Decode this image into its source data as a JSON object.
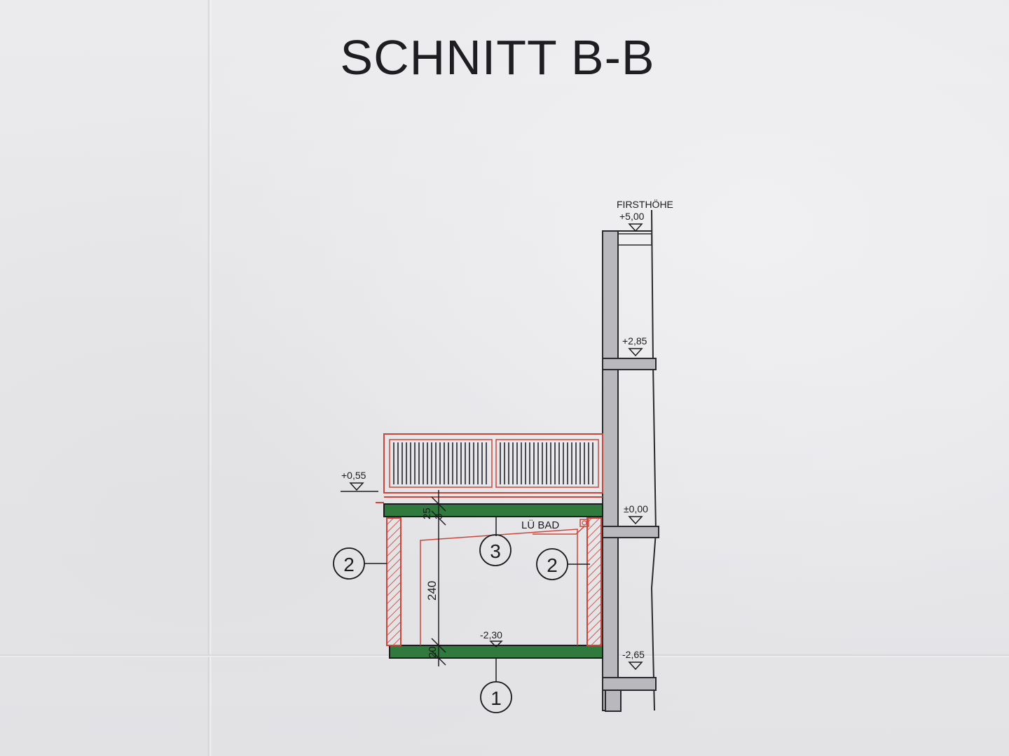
{
  "title": "SCHNITT B-B",
  "levels": {
    "ridge_label": "FIRSTHÖHE",
    "ridge": "+5,00",
    "upper_floor": "+2,85",
    "ground_floor": "±0,00",
    "terrace": "+0,55",
    "cellar_floor": "-2,30",
    "basement_floor": "-2,65"
  },
  "dimensions": {
    "top_slab": "25",
    "small_offset": "3",
    "room_height": "240",
    "bottom_slab": "20"
  },
  "labels": {
    "vent": "LÜ BAD"
  },
  "markers": {
    "ceiling": "3",
    "wall_left": "2",
    "wall_right": "2",
    "floor": "1"
  },
  "colors": {
    "slab_green": "#2f7a3c",
    "wall_red": "#c8463c",
    "hatch_pink": "#e9a8a2",
    "wall_gray": "#b9b9bd",
    "ink": "#1c1c20"
  }
}
